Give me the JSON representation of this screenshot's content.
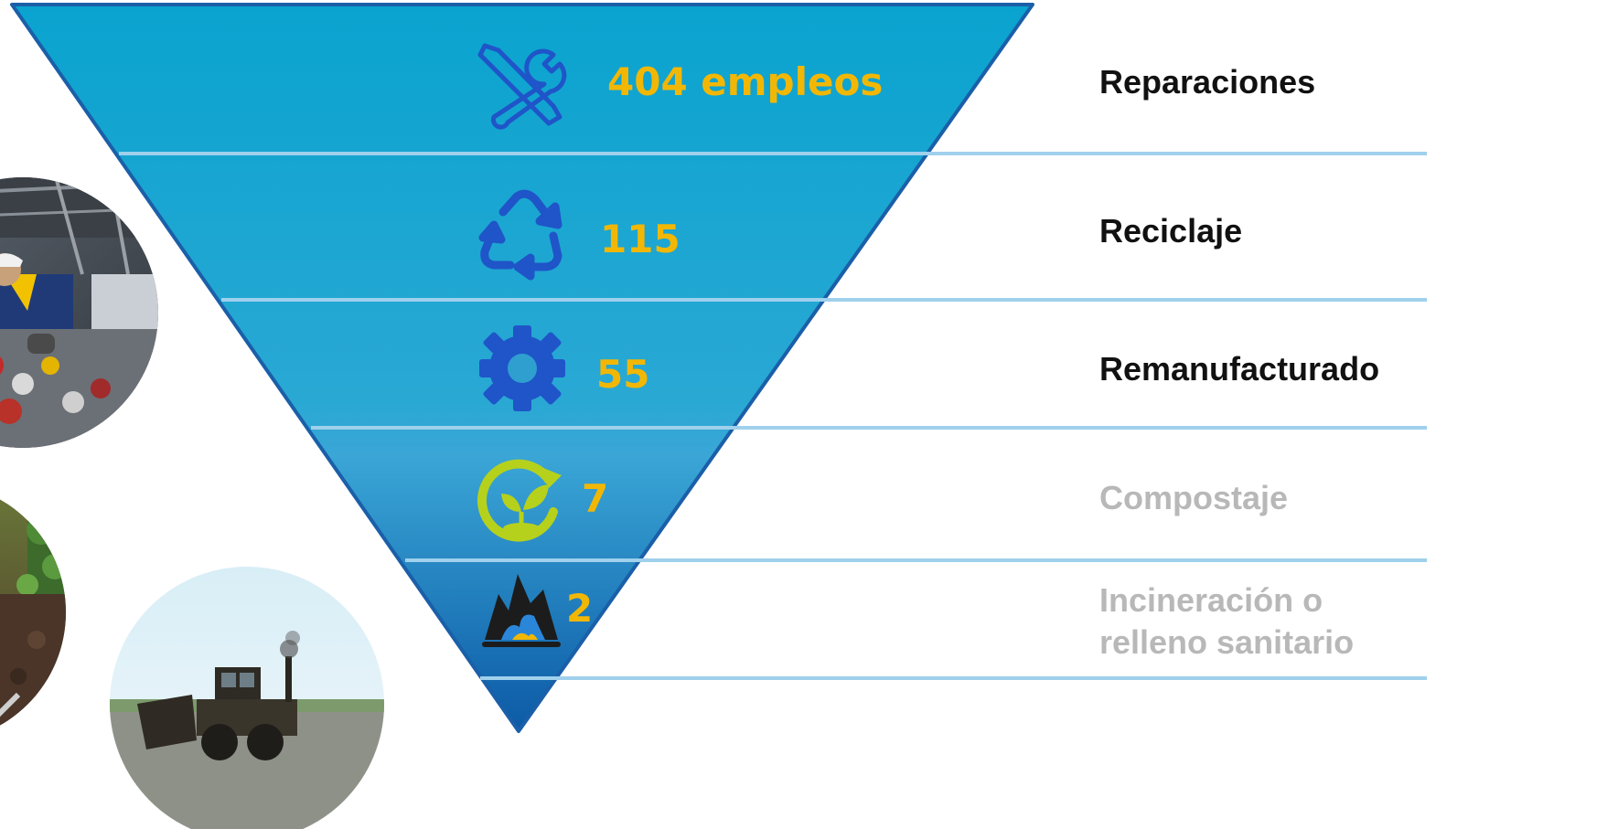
{
  "levels": [
    {
      "icon": "wrench-screwdriver-icon",
      "value": "404 empleos",
      "label": "Reparaciones",
      "label_style": "emphasized"
    },
    {
      "icon": "recycle-icon",
      "value": "115",
      "label": "Reciclaje",
      "label_style": "emphasized"
    },
    {
      "icon": "gear-icon",
      "value": "55",
      "label": "Remanufacturado",
      "label_style": "emphasized"
    },
    {
      "icon": "compost-leaf-icon",
      "value": "7",
      "label": "Compostaje",
      "label_style": "muted"
    },
    {
      "icon": "fire-incineration-icon",
      "value": "2",
      "label": "Incineración o relleno sanitario",
      "label_style": "muted"
    }
  ],
  "photos": [
    {
      "name": "recycling-worker-photo"
    },
    {
      "name": "compost-soil-photo"
    },
    {
      "name": "landfill-bulldozer-photo"
    }
  ],
  "colors": {
    "pyramid_top": "#0aa3cf",
    "pyramid_bottom": "#0c5aa6",
    "pyramid_border": "#1a5fa8",
    "divider": "#9fd0ec",
    "number": "#f2b705",
    "icon_blue": "#1f55c8",
    "icon_green": "#b6d11c",
    "label_dark": "#111111",
    "label_muted": "#b8b8b8"
  }
}
